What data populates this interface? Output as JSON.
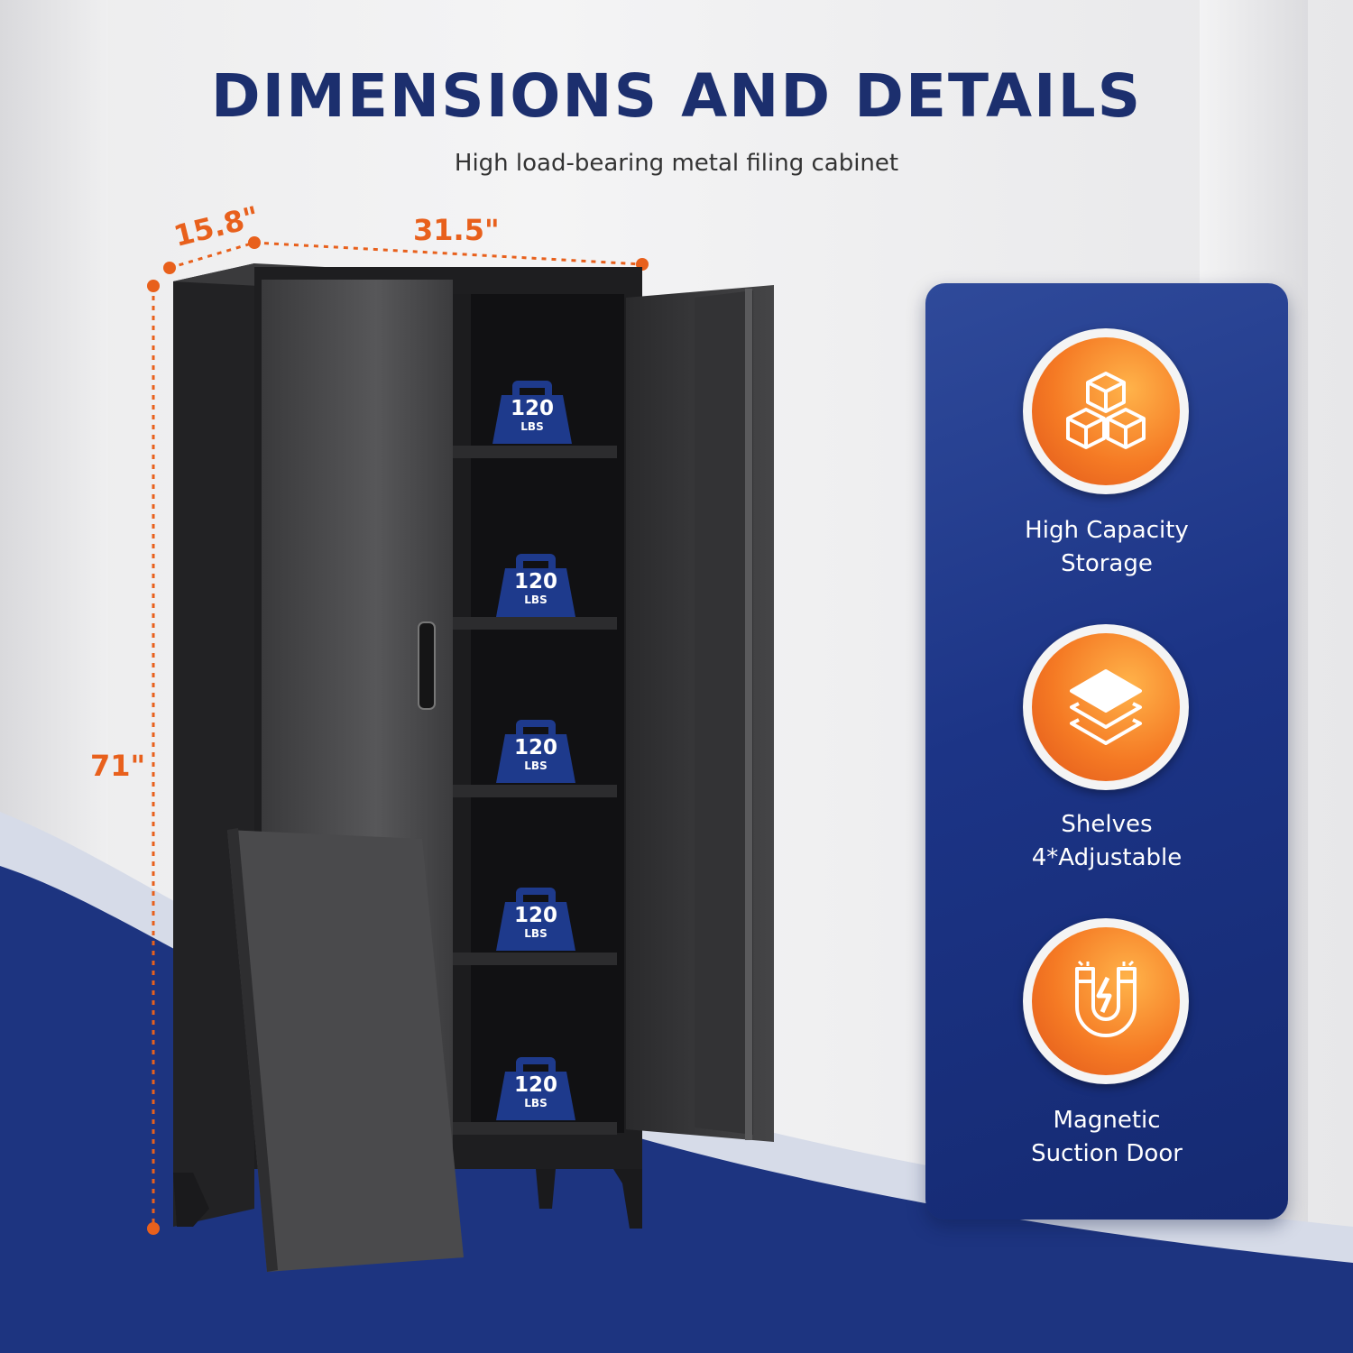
{
  "header": {
    "title": "DIMENSIONS AND DETAILS",
    "subtitle": "High load-bearing metal filing cabinet"
  },
  "dimensions": {
    "depth": "15.8\"",
    "width": "31.5\"",
    "height": "71\""
  },
  "shelf_loads": [
    {
      "value": "120",
      "unit": "LBS"
    },
    {
      "value": "120",
      "unit": "LBS"
    },
    {
      "value": "120",
      "unit": "LBS"
    },
    {
      "value": "120",
      "unit": "LBS"
    },
    {
      "value": "120",
      "unit": "LBS"
    }
  ],
  "features": [
    {
      "icon": "cubes-icon",
      "line1": "High Capacity",
      "line2": "Storage"
    },
    {
      "icon": "layers-icon",
      "line1": "Shelves",
      "line2": "4*Adjustable"
    },
    {
      "icon": "magnet-icon",
      "line1": "Magnetic",
      "line2": "Suction Door"
    }
  ],
  "colors": {
    "title": "#1c2f6e",
    "dimension": "#e8601c",
    "panel": "#1c3486",
    "badge": "#f57a24",
    "cabinet": "#2b2b2b"
  }
}
